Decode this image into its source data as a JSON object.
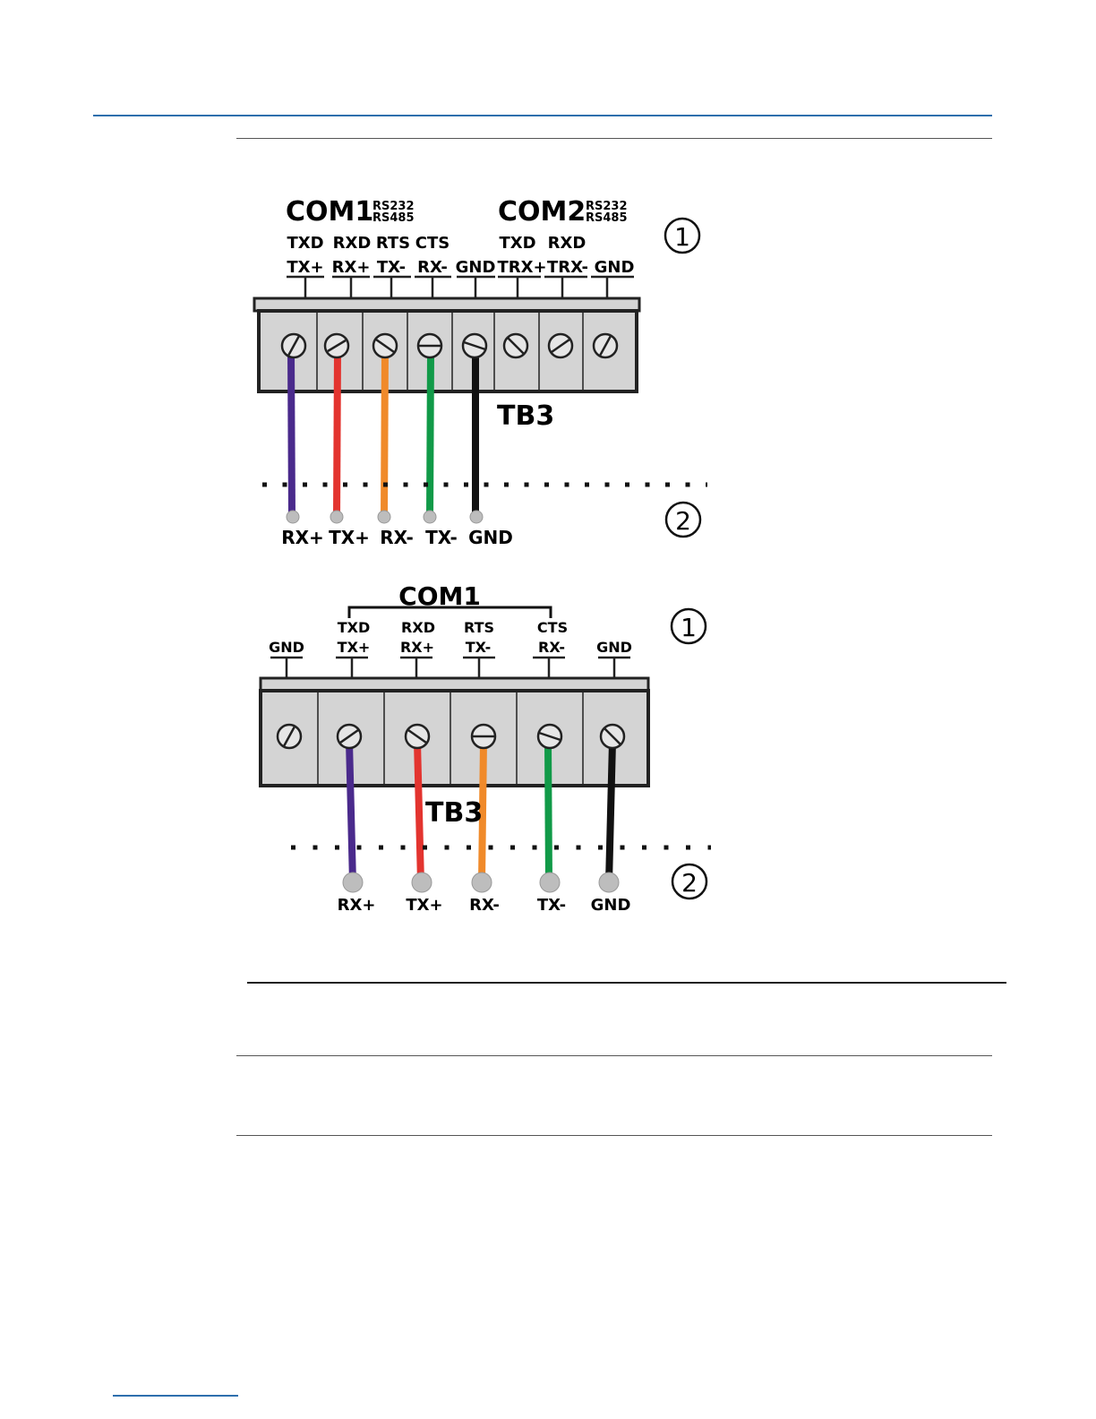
{
  "colors": {
    "header_rule": "#2e6fad",
    "footer_rule": "#2e6fad",
    "rule_gray": "#555555",
    "wire_purple": "#4a2a8c",
    "wire_red": "#e3342f",
    "wire_orange": "#f08a2a",
    "wire_green": "#119a48",
    "wire_black": "#111111",
    "block_fill": "#d4d4d4",
    "screw_fill": "#e6e6e6",
    "dot_gray": "#bdbdbd"
  },
  "diagram_top": {
    "com1": "COM1",
    "com1_sub1": "RS232",
    "com1_sub2": "RS485",
    "com2": "COM2",
    "com2_sub1": "RS232",
    "com2_sub2": "RS485",
    "top_labels": [
      "TXD",
      "RXD",
      "RTS",
      "CTS",
      "",
      "TXD",
      "RXD",
      ""
    ],
    "pin_labels": [
      "TX+",
      "RX+",
      "TX-",
      "RX-",
      "GND",
      "TRX+",
      "TRX-",
      "GND"
    ],
    "block_label": "TB3",
    "callout_1": "1",
    "callout_2": "2",
    "device_labels": [
      "RX+",
      "TX+",
      "RX-",
      "TX-",
      "GND"
    ]
  },
  "diagram_bottom": {
    "com1": "COM1",
    "top_labels": [
      "",
      "TXD",
      "RXD",
      "RTS",
      "CTS",
      ""
    ],
    "pin_labels": [
      "GND",
      "TX+",
      "RX+",
      "TX-",
      "RX-",
      "GND"
    ],
    "block_label": "TB3",
    "callout_1": "1",
    "callout_2": "2",
    "device_labels": [
      "RX+",
      "TX+",
      "RX-",
      "TX-",
      "GND"
    ]
  }
}
